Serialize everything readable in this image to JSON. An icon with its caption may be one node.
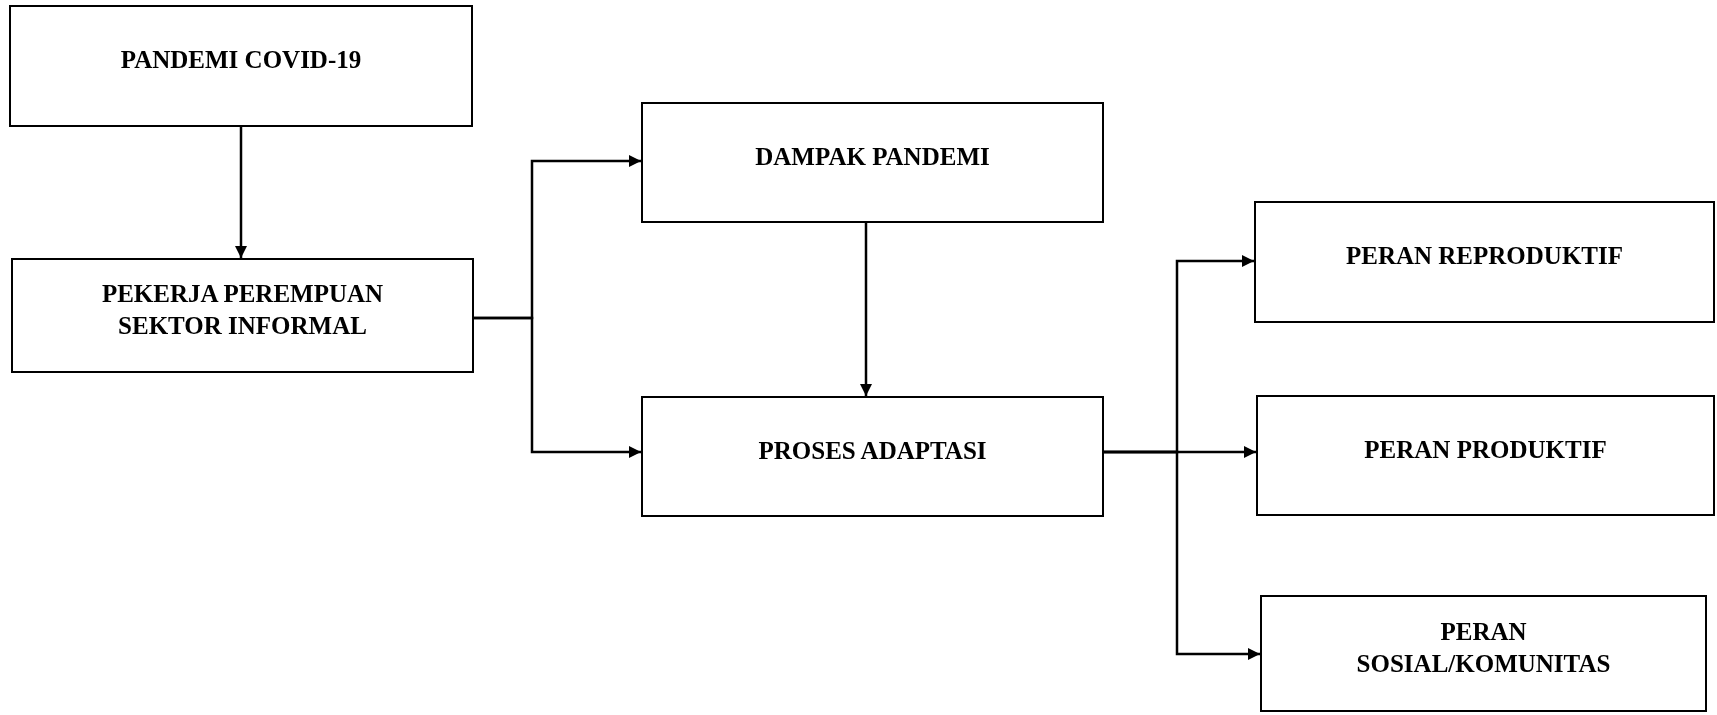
{
  "diagram": {
    "nodes": [
      {
        "text": [
          "PANDEMI COVID-19"
        ]
      },
      {
        "text": [
          "PEKERJA PEREMPUAN SEKTOR INFORMAL"
        ]
      },
      {
        "text": [
          "DAMPAK PANDEMI"
        ]
      },
      {
        "text": [
          "PROSES ADAPTASI"
        ]
      },
      {
        "text": [
          "PERAN REPRODUKTIF"
        ]
      },
      {
        "text": [
          "PERAN PRODUKTIF"
        ]
      },
      {
        "text": [
          "PERAN SOSIAL/KOMUNITAS"
        ]
      }
    ],
    "edges": [
      {
        "from": 0,
        "to": 1,
        "arrow": "to"
      },
      {
        "from": 1,
        "to": 2,
        "arrow": "to"
      },
      {
        "from": 1,
        "to": 3,
        "arrow": "to"
      },
      {
        "from": 2,
        "to": 3,
        "arrow": "to"
      },
      {
        "from": 3,
        "to": 4,
        "arrow": "to"
      },
      {
        "from": 3,
        "to": 5,
        "arrow": "to"
      },
      {
        "from": 3,
        "to": 6,
        "arrow": "to"
      }
    ]
  }
}
